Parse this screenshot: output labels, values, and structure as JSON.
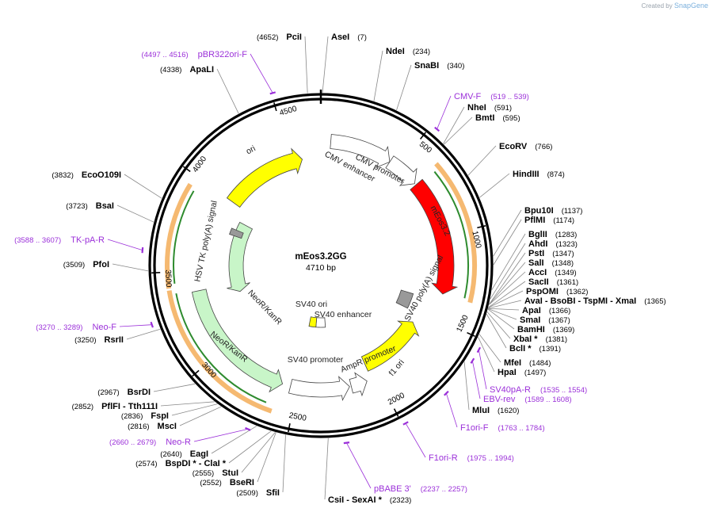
{
  "branding": {
    "prefix": "Created by",
    "product": "SnapGene"
  },
  "plasmid": {
    "name": "mEos3.2GG",
    "length_label": "4710 bp",
    "length": 4710
  },
  "colors": {
    "backbone": "#000000",
    "primer": "#9b30d9",
    "promoter": "#ffffff",
    "cds_red": "#ff0000",
    "cds_green": "#c8f5c8",
    "origin": "#ffff00",
    "polyA": "#999999",
    "orf_orange": "#f5b971",
    "orf_green": "#2e8b2e"
  },
  "ticks": [
    {
      "pos": 500,
      "label": "500"
    },
    {
      "pos": 1000,
      "label": "1000"
    },
    {
      "pos": 1500,
      "label": "1500"
    },
    {
      "pos": 2000,
      "label": "2000"
    },
    {
      "pos": 2500,
      "label": "2500"
    },
    {
      "pos": 3000,
      "label": "3000"
    },
    {
      "pos": 3500,
      "label": "3500"
    },
    {
      "pos": 4000,
      "label": "4000"
    },
    {
      "pos": 4500,
      "label": "4500"
    }
  ],
  "sites": [
    {
      "name": "AseI",
      "pos": "(7)",
      "at": 7
    },
    {
      "name": "NdeI",
      "pos": "(234)",
      "at": 234
    },
    {
      "name": "SnaBI",
      "pos": "(340)",
      "at": 340
    },
    {
      "name": "NheI",
      "pos": "(591)",
      "at": 591
    },
    {
      "name": "BmtI",
      "pos": "(595)",
      "at": 595
    },
    {
      "name": "EcoRV",
      "pos": "(766)",
      "at": 766
    },
    {
      "name": "HindIII",
      "pos": "(874)",
      "at": 874
    },
    {
      "name": "Bpu10I",
      "pos": "(1137)",
      "at": 1137
    },
    {
      "name": "PflMI",
      "pos": "(1174)",
      "at": 1174
    },
    {
      "name": "BglII",
      "pos": "(1283)",
      "at": 1283
    },
    {
      "name": "AhdI",
      "pos": "(1323)",
      "at": 1323
    },
    {
      "name": "PstI",
      "pos": "(1347)",
      "at": 1347
    },
    {
      "name": "SalI",
      "pos": "(1348)",
      "at": 1348
    },
    {
      "name": "AccI",
      "pos": "(1349)",
      "at": 1349
    },
    {
      "name": "SacII",
      "pos": "(1361)",
      "at": 1361
    },
    {
      "name": "PspOMI",
      "pos": "(1362)",
      "at": 1362
    },
    {
      "name": "AvaI  - BsoBI  - TspMI  - XmaI",
      "pos": "(1365)",
      "at": 1365
    },
    {
      "name": "ApaI",
      "pos": "(1366)",
      "at": 1366
    },
    {
      "name": "SmaI",
      "pos": "(1367)",
      "at": 1367
    },
    {
      "name": "BamHI",
      "pos": "(1369)",
      "at": 1369
    },
    {
      "name": "XbaI *",
      "pos": "(1381)",
      "at": 1381
    },
    {
      "name": "BclI *",
      "pos": "(1391)",
      "at": 1391
    },
    {
      "name": "MfeI",
      "pos": "(1484)",
      "at": 1484
    },
    {
      "name": "HpaI",
      "pos": "(1497)",
      "at": 1497
    },
    {
      "name": "MluI",
      "pos": "(1620)",
      "at": 1620
    },
    {
      "name": "CsiI  - SexAI *",
      "pos": "(2323)",
      "at": 2323
    },
    {
      "name": "SfiI",
      "pos": "(2509)",
      "at": 2509
    },
    {
      "name": "BseRI",
      "pos": "(2552)",
      "at": 2552
    },
    {
      "name": "StuI",
      "pos": "(2555)",
      "at": 2555
    },
    {
      "name": "BspDI *  - ClaI *",
      "pos": "(2574)",
      "at": 2574
    },
    {
      "name": "EagI",
      "pos": "(2640)",
      "at": 2640
    },
    {
      "name": "MscI",
      "pos": "(2816)",
      "at": 2816
    },
    {
      "name": "FspI",
      "pos": "(2836)",
      "at": 2836
    },
    {
      "name": "PflFI  - Tth111I",
      "pos": "(2852)",
      "at": 2852
    },
    {
      "name": "BsrDI",
      "pos": "(2967)",
      "at": 2967
    },
    {
      "name": "RsrII",
      "pos": "(3250)",
      "at": 3250
    },
    {
      "name": "PfoI",
      "pos": "(3509)",
      "at": 3509
    },
    {
      "name": "BsaI",
      "pos": "(3723)",
      "at": 3723
    },
    {
      "name": "EcoO109I",
      "pos": "(3832)",
      "at": 3832
    },
    {
      "name": "ApaLI",
      "pos": "(4338)",
      "at": 4338
    },
    {
      "name": "PciI",
      "pos": "(4652)",
      "at": 4652
    }
  ],
  "primers": [
    {
      "name": "CMV-F",
      "pos": "(519 .. 539)",
      "at": 529
    },
    {
      "name": "SV40pA-R",
      "pos": "(1535 .. 1554)",
      "at": 1545
    },
    {
      "name": "EBV-rev",
      "pos": "(1589 .. 1608)",
      "at": 1598
    },
    {
      "name": "F1ori-F",
      "pos": "(1763 .. 1784)",
      "at": 1773
    },
    {
      "name": "F1ori-R",
      "pos": "(1975 .. 1994)",
      "at": 1985
    },
    {
      "name": "pBABE 3'",
      "pos": "(2237 .. 2257)",
      "at": 2247
    },
    {
      "name": "Neo-R",
      "pos": "(2660 .. 2679)",
      "at": 2670
    },
    {
      "name": "Neo-F",
      "pos": "(3270 .. 3289)",
      "at": 3280
    },
    {
      "name": "TK-pA-R",
      "pos": "(3588 .. 3607)",
      "at": 3597
    },
    {
      "name": "pBR322ori-F",
      "pos": "(4497 .. 4516)",
      "at": 4506
    }
  ],
  "features": [
    {
      "name": "CMV enhancer",
      "start": 60,
      "end": 440,
      "type": "promoter",
      "dir": 1
    },
    {
      "name": "CMV promoter",
      "start": 440,
      "end": 640,
      "type": "promoter",
      "dir": 1
    },
    {
      "name": "mEos3.2",
      "start": 650,
      "end": 1350,
      "type": "cds_red",
      "dir": 1
    },
    {
      "name": "SV40 poly(A) signal",
      "start": 1400,
      "end": 1520,
      "type": "polyA",
      "dir": 0
    },
    {
      "name": "f1 ori",
      "start": 1590,
      "end": 2040,
      "type": "origin",
      "dir": -1
    },
    {
      "name": "AmpR promoter",
      "start": 2070,
      "end": 2170,
      "type": "promoter",
      "dir": -1
    },
    {
      "name": "SV40 promoter",
      "start": 2180,
      "end": 2540,
      "type": "promoter",
      "dir": -1
    },
    {
      "name": "SV40 enhancer",
      "start": 2300,
      "end": 2415,
      "type": "promoter_inner",
      "dir": 0
    },
    {
      "name": "SV40 ori",
      "start": 2415,
      "end": 2500,
      "type": "origin_inner",
      "dir": 0
    },
    {
      "name": "NeoR/KanR",
      "start": 2590,
      "end": 3380,
      "type": "cds_green",
      "dir": -1
    },
    {
      "name": "NeoR/KanR",
      "start": 3300,
      "end": 3900,
      "type": "cds_green_inner",
      "dir": -1
    },
    {
      "name": "HSV TK poly(A) signal",
      "start": 3780,
      "end": 3830,
      "type": "polyA",
      "dir": 0
    },
    {
      "name": "ori",
      "start": 4000,
      "end": 4580,
      "type": "origin",
      "dir": 1
    }
  ],
  "feature_labels": [
    {
      "text": "CMV enhancer"
    },
    {
      "text": "CMV promoter"
    },
    {
      "text": "mEos3.2"
    },
    {
      "text": "SV40 poly(A) signal"
    },
    {
      "text": "f1 ori"
    },
    {
      "text": "AmpR promoter"
    },
    {
      "text": "SV40 promoter"
    },
    {
      "text": "SV40 enhancer"
    },
    {
      "text": "SV40 ori"
    },
    {
      "text": "NeoR/KanR"
    },
    {
      "text": "NeoR/KanR"
    },
    {
      "text": "HSV TK poly(A) signal"
    },
    {
      "text": "ori"
    }
  ]
}
